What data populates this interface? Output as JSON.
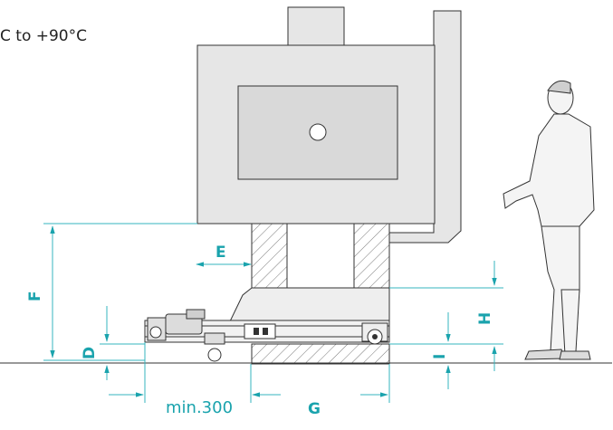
{
  "caption": "C to +90°C",
  "dimensions": {
    "E": "E",
    "F": "F",
    "D": "D",
    "H": "H",
    "I": "I",
    "G": "G",
    "min": "min.300"
  },
  "colors": {
    "accent": "#1aa3ad",
    "machine_fill": "#e6e6e6",
    "window_fill": "#d9d9d9",
    "line": "#333333"
  }
}
